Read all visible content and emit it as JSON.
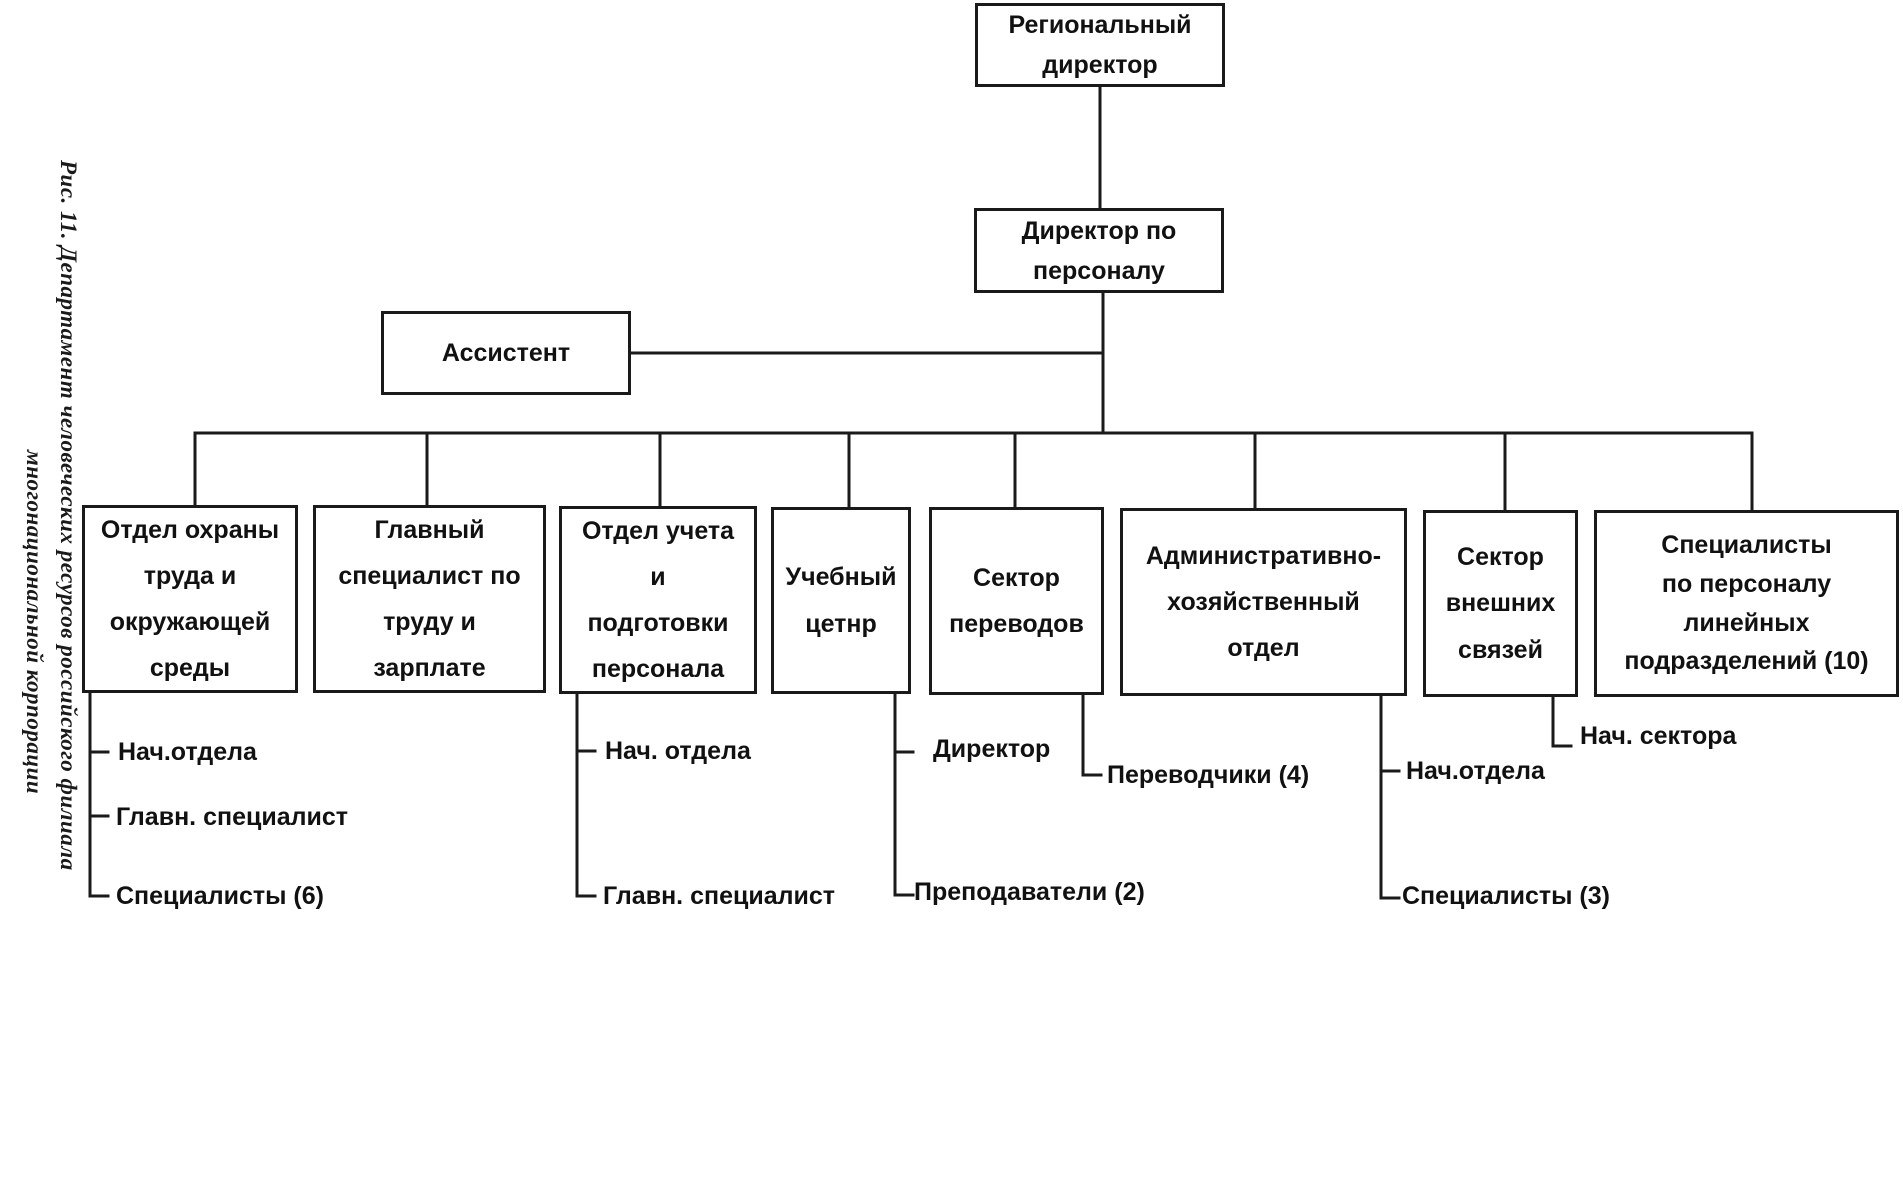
{
  "caption": {
    "line1": "Рис. 11. Департамент человеческих ресурсов российского филиала",
    "line2": "многонациональной корпорации"
  },
  "boxes": {
    "regional_director": "Региональный\nдиректор",
    "hr_director": "Директор по\nперсоналу",
    "assistant": "Ассистент",
    "safety_dept": "Отдел охраны\nтруда и\nокружающей\nсреды",
    "chief_labor": "Главный\nспециалист по\nтруду и\nзарплате",
    "training_dept": "Отдел учета\nи\nподготовки\nперсонала",
    "learning_center": "Учебный\nцетнр",
    "translation_sector": "Сектор\nпереводов",
    "admin_dept": "Административно-\nхозяйственный\nотдел",
    "external_sector": "Сектор\nвнешних\nсвязей",
    "line_specialists": "Специалисты\nпо персоналу\nлинейных\nподразделений (10)"
  },
  "staff": {
    "safety": [
      "Нач.отдела",
      "Главн. специалист",
      "Специалисты (6)"
    ],
    "training": [
      "Нач. отдела",
      "Главн. специалист"
    ],
    "learning": [
      "Директор",
      "Преподаватели (2)"
    ],
    "translation": [
      "Переводчики (4)"
    ],
    "admin": [
      "Нач.отдела",
      "Специалисты (3)"
    ],
    "external": [
      "Нач. сектора"
    ]
  }
}
